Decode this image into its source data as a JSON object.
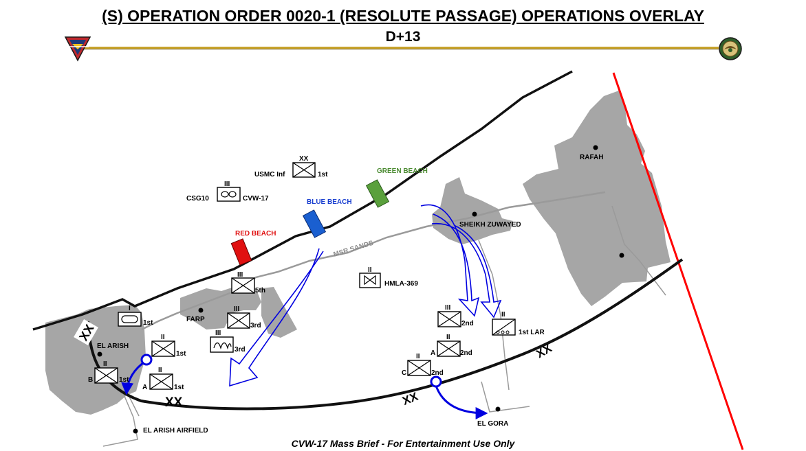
{
  "header": {
    "title": "(S) OPERATION ORDER 0020-1 (RESOLUTE PASSAGE) OPERATIONS OVERLAY",
    "subtitle": "D+13"
  },
  "footer": {
    "text": "CVW-17 Mass Brief  - For Entertainment Use Only"
  },
  "colors": {
    "red_beach": "#e01010",
    "blue_beach": "#1a5fd0",
    "green_beach": "#5aa03c",
    "urban": "#a6a6a6",
    "border": "#ff0000",
    "route": "#0000e0",
    "msr": "#9a9a9a",
    "header_rule": "#c8a32c"
  },
  "icons": {
    "logo_left": "squadron-emblem-icon",
    "logo_right": "seal-emblem-icon"
  },
  "beaches": {
    "red": "RED BEACH",
    "blue": "BLUE BEACH",
    "green": "GREEN BEACH"
  },
  "places": {
    "rafah": "RAFAH",
    "sheikh_zuwayed": "SHEIKH ZUWAYED",
    "el_arish": "EL ARISH",
    "farp": "FARP",
    "el_arish_airfield": "EL ARISH AIRFIELD",
    "el_gora": "EL GORA"
  },
  "msr_label": "MSR SANDS",
  "boundary_marks": [
    "XX",
    "XX",
    "XX",
    "XX"
  ],
  "units": {
    "usmc_div": {
      "echelon": "XX",
      "left": "USMC Inf",
      "right": "1st"
    },
    "csg": {
      "echelon": "III",
      "left": "CSG10",
      "right": "CVW-17"
    },
    "hmla": {
      "echelon": "II",
      "right": "HMLA-369"
    },
    "inf_5th": {
      "echelon": "III",
      "right": "5th"
    },
    "armor_1st": {
      "echelon": "I",
      "right": "1st"
    },
    "inf_3rd": {
      "echelon": "III",
      "right": "3rd"
    },
    "eng_3rd": {
      "echelon": "III",
      "right": "3rd"
    },
    "inf_1st_a": {
      "echelon": "II",
      "right": "1st"
    },
    "inf_1st_b": {
      "echelon": "II",
      "left": "B",
      "right": "1st"
    },
    "inf_1st_c": {
      "echelon": "II",
      "left": "A",
      "right": "1st"
    },
    "inf_2nd_a": {
      "echelon": "III",
      "right": "2nd"
    },
    "inf_2nd_b": {
      "echelon": "II",
      "left": "A",
      "right": "2nd"
    },
    "inf_2nd_c": {
      "echelon": "II",
      "left": "C",
      "right": "2nd"
    },
    "lar_1st": {
      "echelon": "II",
      "right": "1st LAR"
    }
  }
}
